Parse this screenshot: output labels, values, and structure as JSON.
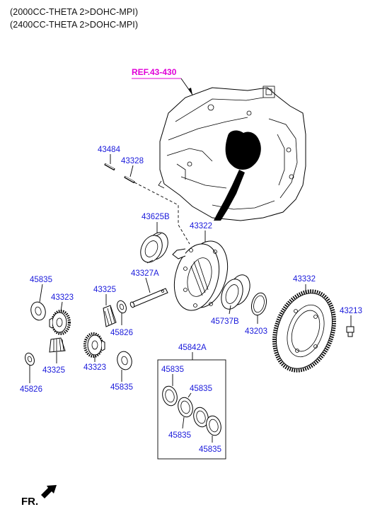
{
  "header": {
    "line1": "(2000CC-THETA 2>DOHC-MPI)",
    "line2": "(2400CC-THETA 2>DOHC-MPI)"
  },
  "reference": {
    "label": "REF.43-430",
    "color": "#e000d8"
  },
  "label_color": "#1a1adb",
  "parts": {
    "p43484": "43484",
    "p43328": "43328",
    "p43625B": "43625B",
    "p43322": "43322",
    "p45835_a": "45835",
    "p43323_a": "43323",
    "p43325_a": "43325",
    "p43327A": "43327A",
    "p45826_a": "45826",
    "p45737B": "45737B",
    "p43203": "43203",
    "p43332": "43332",
    "p43213": "43213",
    "p43325_b": "43325",
    "p43323_b": "43323",
    "p45826_b": "45826",
    "p45835_b": "45835",
    "p45842A": "45842A",
    "kit_45835_1": "45835",
    "kit_45835_2": "45835",
    "kit_45835_3": "45835",
    "kit_45835_4": "45835"
  },
  "front_indicator": {
    "label": "FR.",
    "icon": "front-arrow-icon"
  }
}
